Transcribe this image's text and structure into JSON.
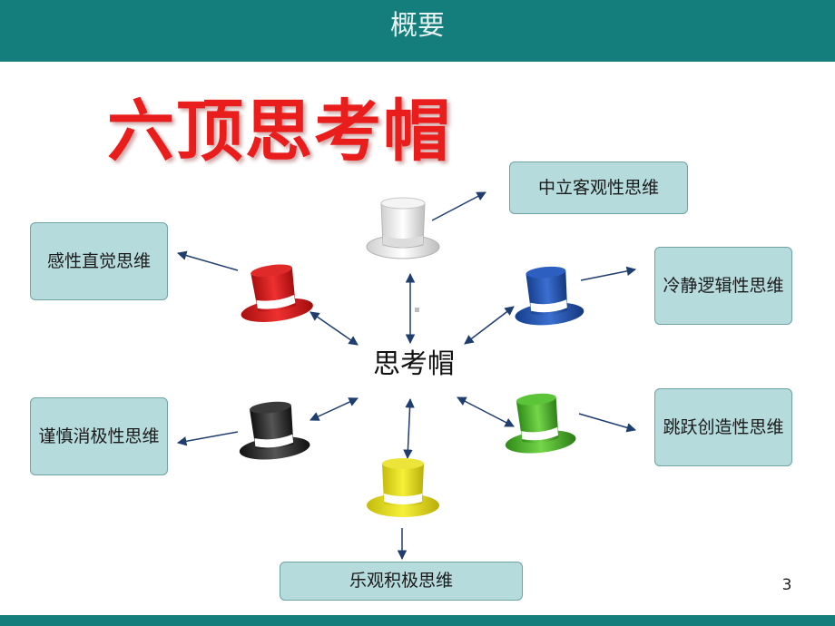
{
  "header": {
    "title": "概要"
  },
  "main": {
    "title": "六顶思考帽",
    "center_label": "思考帽",
    "boxes": {
      "white": "中立客观性思维",
      "red": "感性直觉思维",
      "blue": "冷静逻辑性思维",
      "black": "谨慎消极性思维",
      "green": "跳跃创造性思维",
      "yellow": "乐观积极思维"
    }
  },
  "footer": {
    "page_number": "3"
  },
  "colors": {
    "header_bg": "#137e7c",
    "box_bg": "#b6dbdc",
    "title_red": "#ea1d1d",
    "arrow": "#1f3d6e",
    "hats": {
      "white": "#f2f2f2",
      "red": "#d82020",
      "blue": "#2355b5",
      "black": "#2b2b2b",
      "green": "#4cb52c",
      "yellow": "#e8e020"
    }
  },
  "icons": [
    "white-hat-icon",
    "red-hat-icon",
    "blue-hat-icon",
    "black-hat-icon",
    "green-hat-icon",
    "yellow-hat-icon"
  ]
}
